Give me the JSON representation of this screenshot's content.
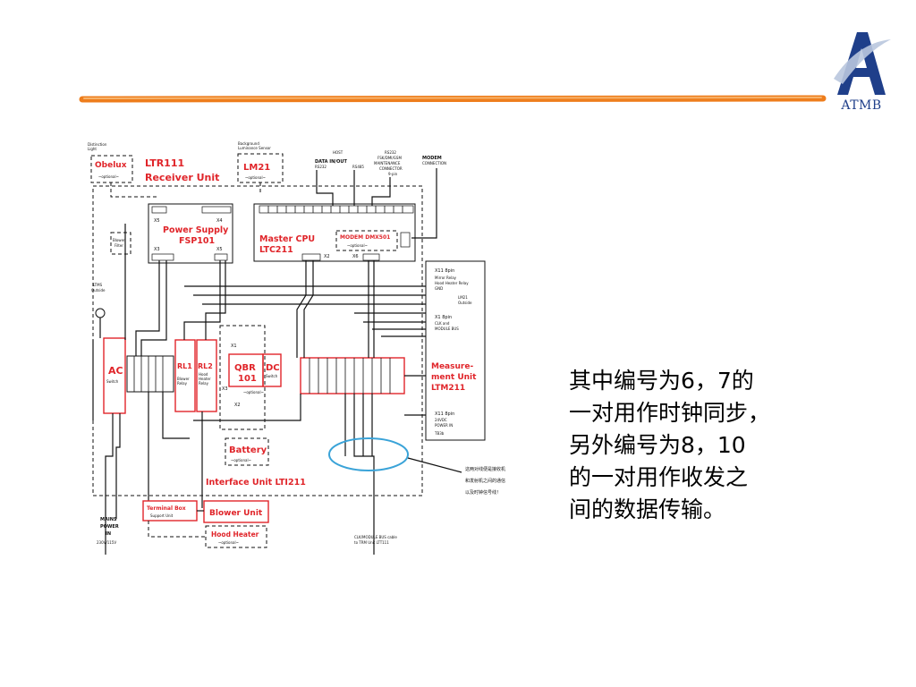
{
  "logo": {
    "text": "ATMB",
    "icon": "atmb-logo-icon",
    "color": "#1f3f8a",
    "swoosh_color": "#b9c7de"
  },
  "accent_rule_color": "#ee7d1c",
  "diagram": {
    "distinction_light": [
      "Distinction",
      "Light"
    ],
    "obelux": {
      "name": "Obelux",
      "note": "~optional~"
    },
    "ltr111": [
      "LTR111",
      "Receiver Unit"
    ],
    "background_sensor": [
      "Background",
      "Luminance Sensor"
    ],
    "lm21": {
      "name": "LM21",
      "note": "~optional~"
    },
    "host_data": [
      "HOST",
      "DATA IN/OUT",
      "RS232",
      "RS485"
    ],
    "maintenance": [
      "RS232",
      "FSK/DMI/GSM",
      "MAINTENANCE",
      "CONNECTOR",
      "9-pin"
    ],
    "modem_connection": [
      "MODEM",
      "CONNECTION"
    ],
    "power_supply": [
      "Power Supply",
      "FSP101"
    ],
    "master_cpu": [
      "Master CPU",
      "LTC211"
    ],
    "modem_module": {
      "name": "MODEM DMX501",
      "note": "~optional~"
    },
    "x_labels": {
      "x5_top": "X5",
      "x4": "X4",
      "x3": "X3",
      "x5_bottom": "X5",
      "x2": "X2",
      "x6": "X6"
    },
    "ltms_label": [
      "LTMS",
      "Outside"
    ],
    "blower_filter": [
      "Blower",
      "Filter"
    ],
    "ac": [
      "AC",
      "Switch"
    ],
    "rl1": [
      "RL1",
      "Blower",
      "Relay"
    ],
    "rl2": [
      "RL2",
      "Hood",
      "Heater",
      "Relay"
    ],
    "qbr": [
      "QBR",
      "101"
    ],
    "dc": [
      "DC",
      "Switch"
    ],
    "optional_label": "~optional~",
    "x1_label": "X1",
    "x2b_label": "X2",
    "x3b_label": "X3",
    "battery": {
      "name": "Battery",
      "note": "~optional~"
    },
    "interface_unit": "Interface Unit LTI211",
    "x11_top": [
      "X11 8pin",
      "Mirror Relay",
      "Hood Heater Relay",
      "GND"
    ],
    "lm21_outside": [
      "LM21",
      "Outside"
    ],
    "x1_right": [
      "X1 8pin",
      "CLK and",
      "MODULE BUS"
    ],
    "measurement": [
      "Measure-",
      "ment Unit",
      "LTM211"
    ],
    "x11_bottom": [
      "X11 8pin",
      "24VDC",
      "POWER IN"
    ],
    "tb_label": "TB3b",
    "v24": "24 VDC",
    "terminal_box": [
      "Terminal Box",
      "Support Unit"
    ],
    "blower_unit": "Blower Unit",
    "hood_heater": {
      "name": "Hood Heater",
      "note": "~optional~"
    },
    "mains": [
      "MAINS",
      "POWER",
      "IN",
      "230V/115V"
    ],
    "clk_bus": [
      "CLK/MODULE BUS cable",
      "to TRM Unit LTT111"
    ],
    "annotation": [
      "这两对线便是接收机",
      "和发射机之间的通信",
      "以及时钟信号线！"
    ],
    "highlight_color": "#3aa3d8",
    "label_color": "#e0252a"
  },
  "caption": [
    "其中编号为6，7的",
    "一对用作时钟同步，",
    "另外编号为8，10",
    "的一对用作收发之",
    "间的数据传输。"
  ]
}
